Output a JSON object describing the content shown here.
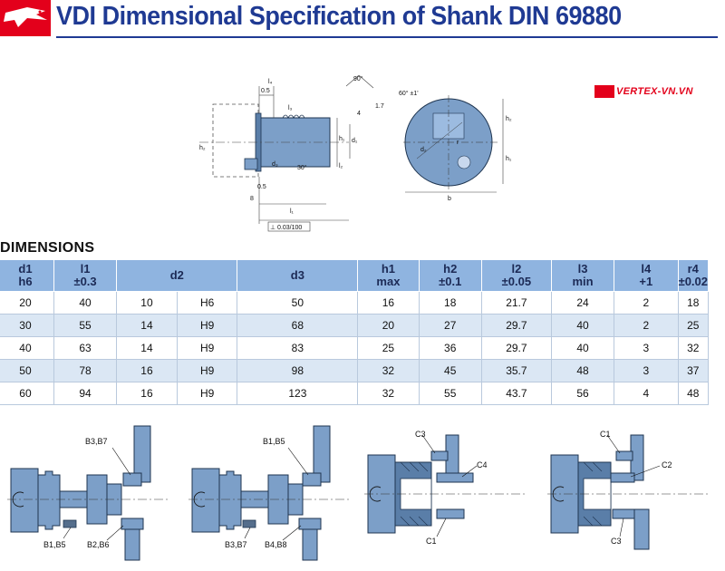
{
  "header": {
    "title": "VDI Dimensional Specification of Shank DIN 69880"
  },
  "brand": {
    "name": "VERTEX-VN.VN"
  },
  "drawing": {
    "labels": {
      "d1": "d₁",
      "d2": "d₂",
      "d3": "d₃",
      "h1": "h₁",
      "h2": "h₂",
      "l1": "l₁",
      "l2": "l₂",
      "l3": "l₃",
      "l4": "l₄",
      "b": "b",
      "r": "r",
      "angle90": "90°",
      "angle60": "60° ±1'",
      "angle30": "30°",
      "n05": "0.5",
      "n05b": "0.5",
      "n17": "1.7",
      "n8": "8",
      "n4": "4",
      "tol": "⊥ 0.03/100"
    }
  },
  "dimensions": {
    "heading": "DIMENSIONS",
    "columns": [
      {
        "line1": "d1",
        "line2": "h6"
      },
      {
        "line1": "l1",
        "line2": "±0.3"
      },
      {
        "line1": "d2",
        "line2": ""
      },
      {
        "line1": "d3",
        "line2": ""
      },
      {
        "line1": "h1",
        "line2": "max"
      },
      {
        "line1": "h2",
        "line2": "±0.1"
      },
      {
        "line1": "l2",
        "line2": "±0.05"
      },
      {
        "line1": "l3",
        "line2": "min"
      },
      {
        "line1": "l4",
        "line2": "+1"
      },
      {
        "line1": "r4",
        "line2": "±0.02"
      }
    ],
    "rows": [
      {
        "d1": "20",
        "l1": "40",
        "d2": "10",
        "d2tol": "H6",
        "d3": "50",
        "h1": "16",
        "h2": "18",
        "l2": "21.7",
        "l3": "24",
        "l4": "2",
        "r4": "18"
      },
      {
        "d1": "30",
        "l1": "55",
        "d2": "14",
        "d2tol": "H9",
        "d3": "68",
        "h1": "20",
        "h2": "27",
        "l2": "29.7",
        "l3": "40",
        "l4": "2",
        "r4": "25"
      },
      {
        "d1": "40",
        "l1": "63",
        "d2": "14",
        "d2tol": "H9",
        "d3": "83",
        "h1": "25",
        "h2": "36",
        "l2": "29.7",
        "l3": "40",
        "l4": "3",
        "r4": "32"
      },
      {
        "d1": "50",
        "l1": "78",
        "d2": "16",
        "d2tol": "H9",
        "d3": "98",
        "h1": "32",
        "h2": "45",
        "l2": "35.7",
        "l3": "48",
        "l4": "3",
        "r4": "37"
      },
      {
        "d1": "60",
        "l1": "94",
        "d2": "16",
        "d2tol": "H9",
        "d3": "123",
        "h1": "32",
        "h2": "55",
        "l2": "43.7",
        "l3": "56",
        "l4": "4",
        "r4": "48"
      }
    ]
  },
  "setups": [
    {
      "labels": [
        "B3,B7",
        "B1,B5",
        "B2,B6"
      ]
    },
    {
      "labels": [
        "B1,B5",
        "B3,B7",
        "B4,B8"
      ]
    },
    {
      "labels": [
        "C3",
        "C4",
        "C1"
      ]
    },
    {
      "labels": [
        "C1",
        "C2",
        "C3"
      ]
    }
  ],
  "colors": {
    "brand_red": "#e3001b",
    "title_blue": "#1f3a93",
    "header_fill": "#8fb4e0",
    "row_alt": "#dbe7f4",
    "part_fill": "#7c9fc8",
    "part_stroke": "#1f3550"
  }
}
